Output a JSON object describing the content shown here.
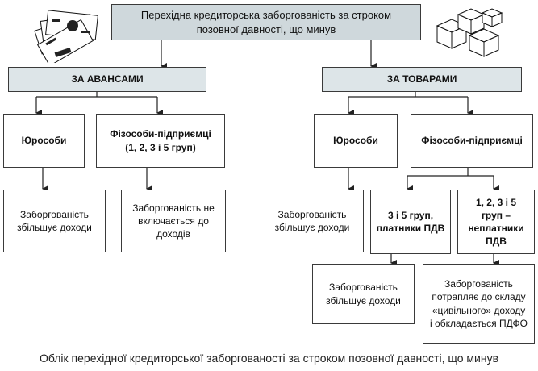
{
  "root": {
    "title": "Перехідна кредиторська заборгованість за строком позовної давності, що минув"
  },
  "advances": {
    "header": "ЗА АВАНСАМИ",
    "legal": {
      "label": "Юрособи",
      "result": "Заборгованість збільшує доходи"
    },
    "individual": {
      "label": "Фізособи-підприємці (1, 2, 3 і 5 груп)",
      "result": "Заборгованість не включається до доходів"
    }
  },
  "goods": {
    "header": "ЗА ТОВАРАМИ",
    "legal": {
      "label": "Юрособи",
      "result": "Заборгованість збільшує доходи"
    },
    "individual": {
      "label": "Фізособи-підприємці",
      "vat": {
        "label": "3 і 5 груп, платники ПДВ",
        "result": "Заборгованість збільшує доходи"
      },
      "nonvat": {
        "label": "1, 2, 3 і 5 груп – неплатники ПДВ",
        "result": "Заборгованість потрапляє до складу «цивільного» доходу і обкладається ПДФО"
      }
    }
  },
  "caption": "Облік перехідної кредиторської заборгованості за строком позовної давності, що минув",
  "illustrations": [
    "money-bills-icon",
    "boxes-icon"
  ]
}
